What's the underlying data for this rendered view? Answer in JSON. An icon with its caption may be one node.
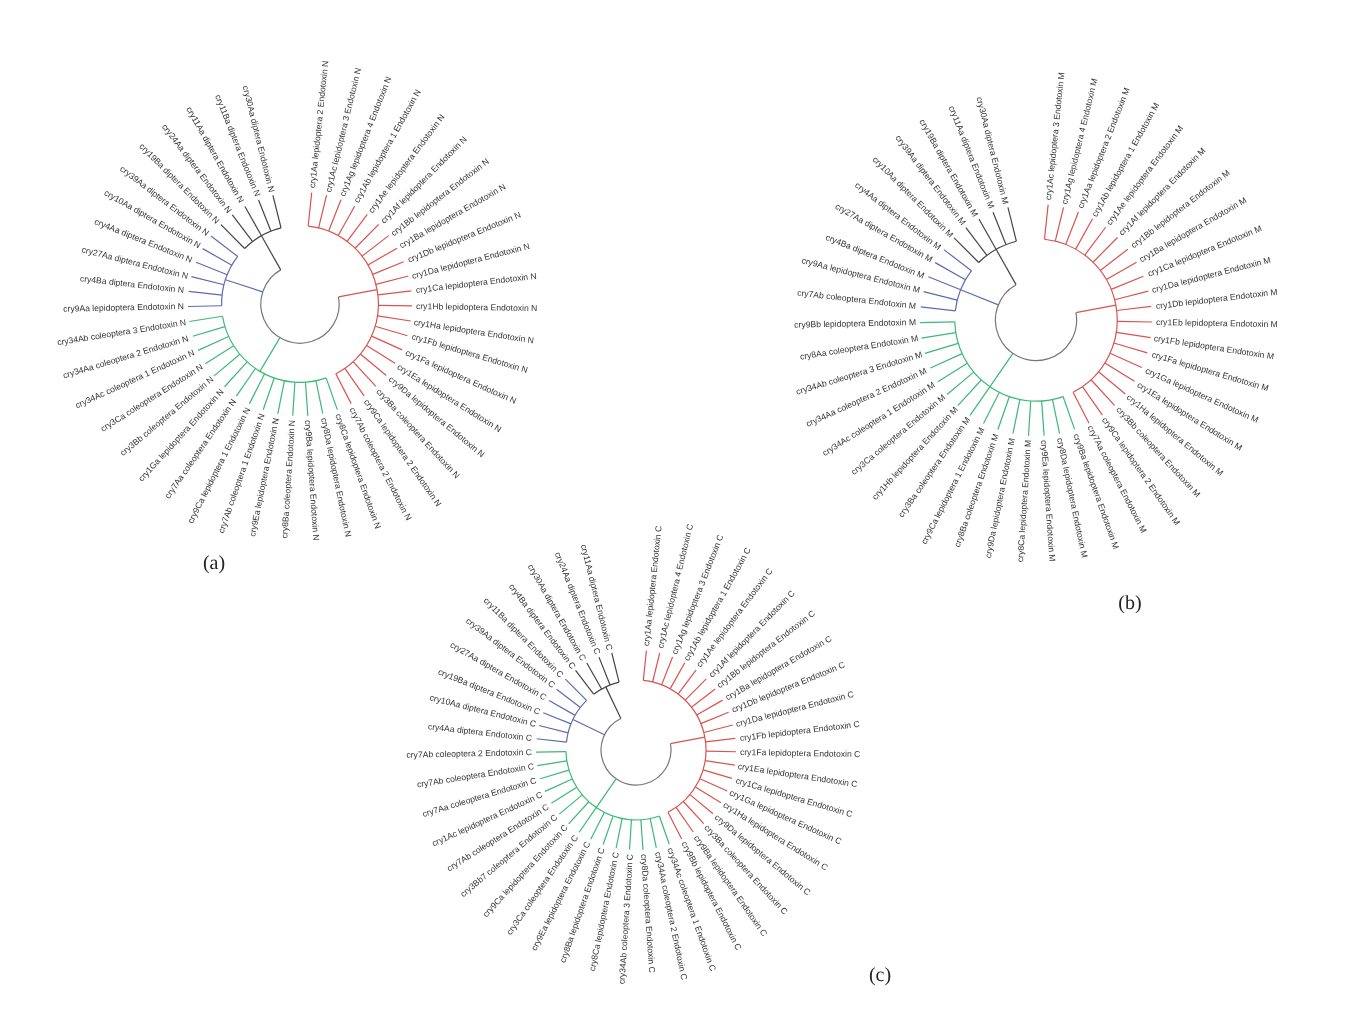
{
  "diagram": {
    "labels": [
      "cry30Aa diptera Endotoxin N",
      "cry1Aa lepidoptera 2 Endotoxin N",
      "cry1Ac lepidoptera 3 Endotoxin N",
      "cry11Ba diptera Endotoxin N",
      "cry1Ag lepidoptera 4 Endotoxin N",
      "cry11Aa diptera Endotoxin N",
      "cry1Ab lepidoptera 1 Endotoxin N",
      "cry24Aa diptera Endotoxin N",
      "cry1Ae lepidoptera Endotoxin N",
      "cry19Ba diptera Endotoxin N",
      "cry1Af lepidoptera Endotoxin N",
      "cry39Aa diptera Endotoxin N",
      "cry1Bb lepidoptera Endotoxin N",
      "cry10Aa diptera Endotoxin N",
      "cry1Ba lepidoptera Endotoxin N",
      "cry4Aa diptera Endotoxin N",
      "cry1Db lepidoptera Endotoxin N",
      "cry27Aa diptera Endotoxin N",
      "cry1Da lepidoptera Endotoxin N",
      "cry4Ba diptera Endotoxin N",
      "cry1Ca lepidoptera Endotoxin N",
      "cry9Aa lepidoptera Endotoxin N",
      "cry1Hb lepidoptera Endotoxin N",
      "cry34Ab coleoptera 3 Endotoxin N",
      "cry1Ha lepidoptera Endotoxin N",
      "cry34Aa coleoptera 2 Endotoxin N",
      "cry1Fb lepidoptera Endotoxin N",
      "cry34Ac coleoptera 1 Endotoxin N",
      "cry1Fa lepidoptera Endotoxin N",
      "cry3Ca coleoptera Endotoxin N",
      "cry1Ea lepidoptera Endotoxin N",
      "cry3Bb coleoptera Endotoxin N",
      "cry1Ga lepidoptera Endotoxin N",
      "cry3Ba coleoptera Endotoxin N",
      "cry9Da lepidoptera Endotoxin N",
      "cry7Aa coleoptera Endotoxin N",
      "cry9Ca lepidoptera 1 Endotoxin N",
      "cry7Ab coleoptera 2 Endotoxin N",
      "cry9Ca lepidoptera 2 Endotoxin N",
      "cry7Ab coleoptera 1 Endotoxin N",
      "cry9Ea lepidoptera Endotoxin N",
      "cry8Ba coleoptera Endotoxin N",
      "cry9Ba lepidoptera Endotoxin N",
      "cry8Da lepidoptera Endotoxin N",
      "cry8Ca lepidoptera Endotoxin N",
      "(a)",
      "cry30Aa diptera Endotoxin M",
      "cry1Ac lepidoptera 3 Endotoxin M",
      "cry1Ag lepidoptera 4 Endotoxin M",
      "cry11Aa diptera Endotoxin M",
      "cry1Aa lepidoptera 2 Endotoxin M",
      "cry19Ba diptera Endotoxin M",
      "cry1Ab lepidoptera 1 Endotoxin M",
      "cry39Aa diptera Endotoxin M",
      "cry1Ae lepidoptera Endotoxin M",
      "cry10Aa diptera Endotoxin M",
      "cry1Af lepidoptera Endotoxin M",
      "cry4Aa diptera Endotoxin M",
      "cry1Bb lepidoptera Endotoxin M",
      "cry27Aa diptera Endotoxin M",
      "cry1Ba lepidoptera Endotoxin M",
      "cry4Ba diptera Endotoxin M",
      "cry1Ca lepidoptera Endotoxin M",
      "cry9Aa lepidoptera Endotoxin M",
      "cry1Da lepidoptera Endotoxin M",
      "cry7Ab coleoptera Endotoxin M",
      "cry1Db lepidoptera Endotoxin M",
      "cry9Bb lepidoptera Endotoxin M",
      "cry1Eb lepidoptera Endotoxin M",
      "cry8Aa coleoptera Endotoxin M",
      "cry1Fb lepidoptera Endotoxin M",
      "cry34Ab coleoptera 3 Endotoxin M",
      "cry1Fa lepidoptera Endotoxin M",
      "cry34Aa coleoptera 2 Endotoxin M",
      "cry1Ga lepidoptera Endotoxin M",
      "cry34Ac coleoptera 1 Endotoxin M",
      "cry1Ea lepidoptera Endotoxin M",
      "cry3Ca coleoptera Endotoxin M",
      "cry1Hb lepidoptera Endotoxin M",
      "cry3Bb coleoptera Endotoxin M",
      "cry1Ha lepidoptera Endotoxin M",
      "cry3Ba coleoptera Endotoxin M",
      "cry9Ca lepidoptera 1 Endotoxin M",
      "cry7Aa coleoptera Endotoxin M",
      "cry9Ca lepidoptera 2 Endotoxin M",
      "cry8Ba coleoptera Endotoxin M",
      "cry9Da lepidoptera Endotoxin M",
      "cry8Ca lepidoptera Endotoxin M",
      "cry9Ea lepidoptera Endotoxin M",
      "cry8Da lepidoptera Endotoxin M",
      "cry9Ba lepidoptera Endotoxin M",
      "(b)",
      "cry11Aa diptera Endotoxin C",
      "cry1Aa lepidoptera Endotoxin C",
      "cry1Ac lepidoptera 4 Endotoxin C",
      "cry24Aa diptera Endotoxin C",
      "cry1Ag lepidoptera 3 Endotoxin C",
      "cry30Aa diptera Endotoxin C",
      "cry1Ab lepidoptera 1 Endotoxin C",
      "cry4Ba diptera Endotoxin C",
      "cry1Ae lepidoptera Endotoxin C",
      "cry11Ba diptera Endotoxin C",
      "cry1Af lepidoptera Endotoxin C",
      "cry39Aa diptera Endotoxin C",
      "cry1Bb lepidoptera Endotoxin C",
      "cry27Aa diptera Endotoxin C",
      "cry1Ba lepidoptera Endotoxin C",
      "cry19Ba diptera Endotoxin C",
      "cry1Db lepidoptera Endotoxin C",
      "cry10Aa diptera Endotoxin C",
      "cry1Da lepidoptera Endotoxin C",
      "cry4Aa diptera Endotoxin C",
      "cry1Fb lepidoptera Endotoxin C",
      "cry7Ab coleoptera 2 Endotoxin C",
      "cry1Fa lepidoptera Endotoxin C",
      "cry7Ab coleoptera Endotoxin C",
      "cry1Ea lepidoptera Endotoxin C",
      "cry7Aa coleoptera Endotoxin C",
      "cry1Ca lepidoptera Endotoxin C",
      "cry1Ac lepidoptera Endotoxin C",
      "cry1Ga lepidoptera Endotoxin C",
      "cry7Ab coleoptera Endotoxin C",
      "cry1Ha lepidoptera Endotoxin C",
      "cry3Bb7 coleoptera Endotoxin C",
      "cry9Ca lepidoptera Endotoxin C",
      "cry3Ba coleoptera Endotoxin C",
      "cry9Da lepidoptera Endotoxin C",
      "cry3Ca coleoptera Endotoxin C",
      "cry9Ea lepidoptera Endotoxin C",
      "cry9Bb lepidoptera Endotoxin C",
      "cry9Ba lepidoptera Endotoxin C",
      "cry8Ba lepidoptera Endotoxin C",
      "cry8Ca lepidoptera Endotoxin C",
      "cry34Ab coleoptera 3 Endotoxin C",
      "cry8Da coleoptera Endotoxin C",
      "cry34Aa coleoptera 2 Endotoxin C",
      "cry34Ac coleoptera 1 Endotoxin C",
      "(c)"
    ]
  }
}
